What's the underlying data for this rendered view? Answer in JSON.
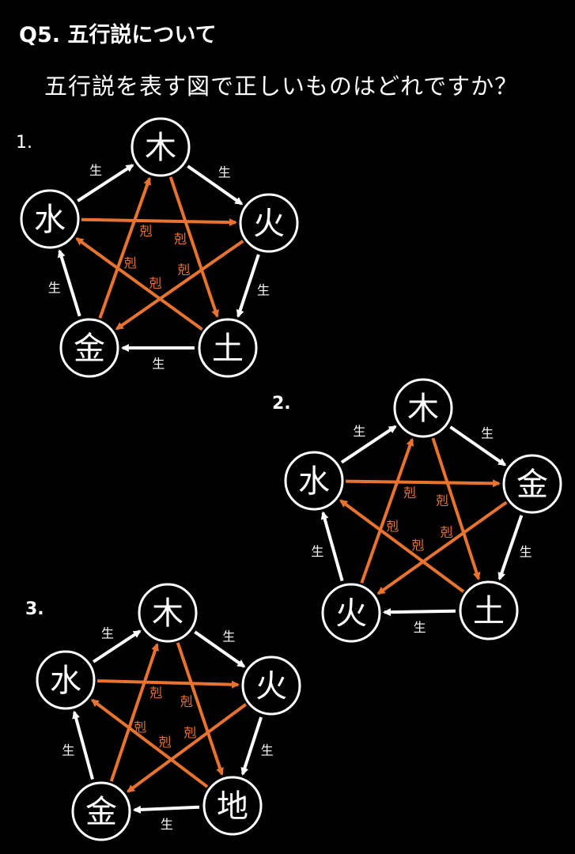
{
  "page": {
    "title": "Q5. 五行説について",
    "question": "五行説を表す図で正しいものはどれですか？"
  },
  "colors": {
    "background": "#000000",
    "sheng_arrow": "#ffffff",
    "ke_arrow": "#e8732e"
  },
  "relation_labels": {
    "sheng": "生",
    "ke": "剋"
  },
  "options": [
    {
      "label": "1.",
      "nodes": [
        "木",
        "火",
        "土",
        "金",
        "水"
      ]
    },
    {
      "label": "2.",
      "nodes": [
        "木",
        "金",
        "土",
        "火",
        "水"
      ]
    },
    {
      "label": "3.",
      "nodes": [
        "木",
        "火",
        "地",
        "金",
        "水"
      ]
    }
  ]
}
